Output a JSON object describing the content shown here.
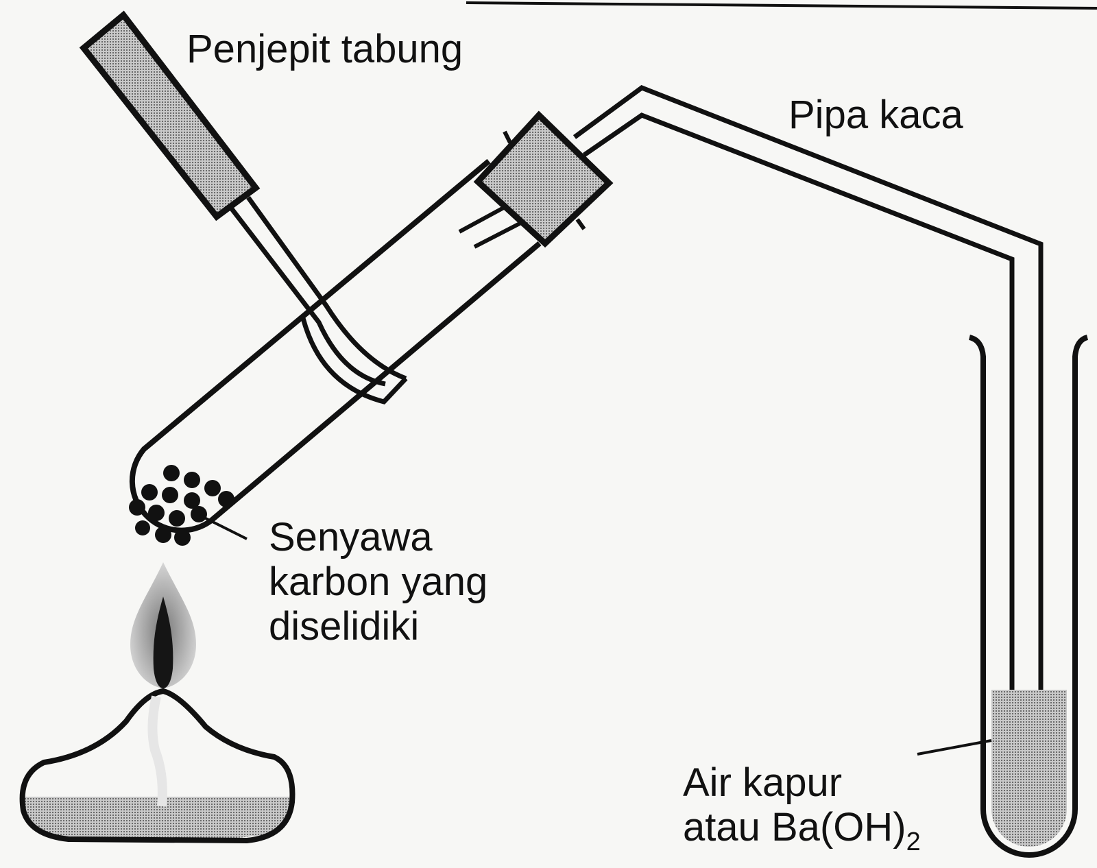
{
  "labels": {
    "clamp": "Penjepit tabung",
    "pipe": "Pipa kaca",
    "compound": [
      "Senyawa",
      "karbon yang",
      "diselidiki"
    ],
    "limewater": {
      "line1": "Air kapur",
      "line2_prefix": "atau Ba(OH)",
      "line2_subscript": "2"
    }
  },
  "colors": {
    "ink": "#111111",
    "shade": "#9a9a9a",
    "background": "#f7f7f5"
  }
}
